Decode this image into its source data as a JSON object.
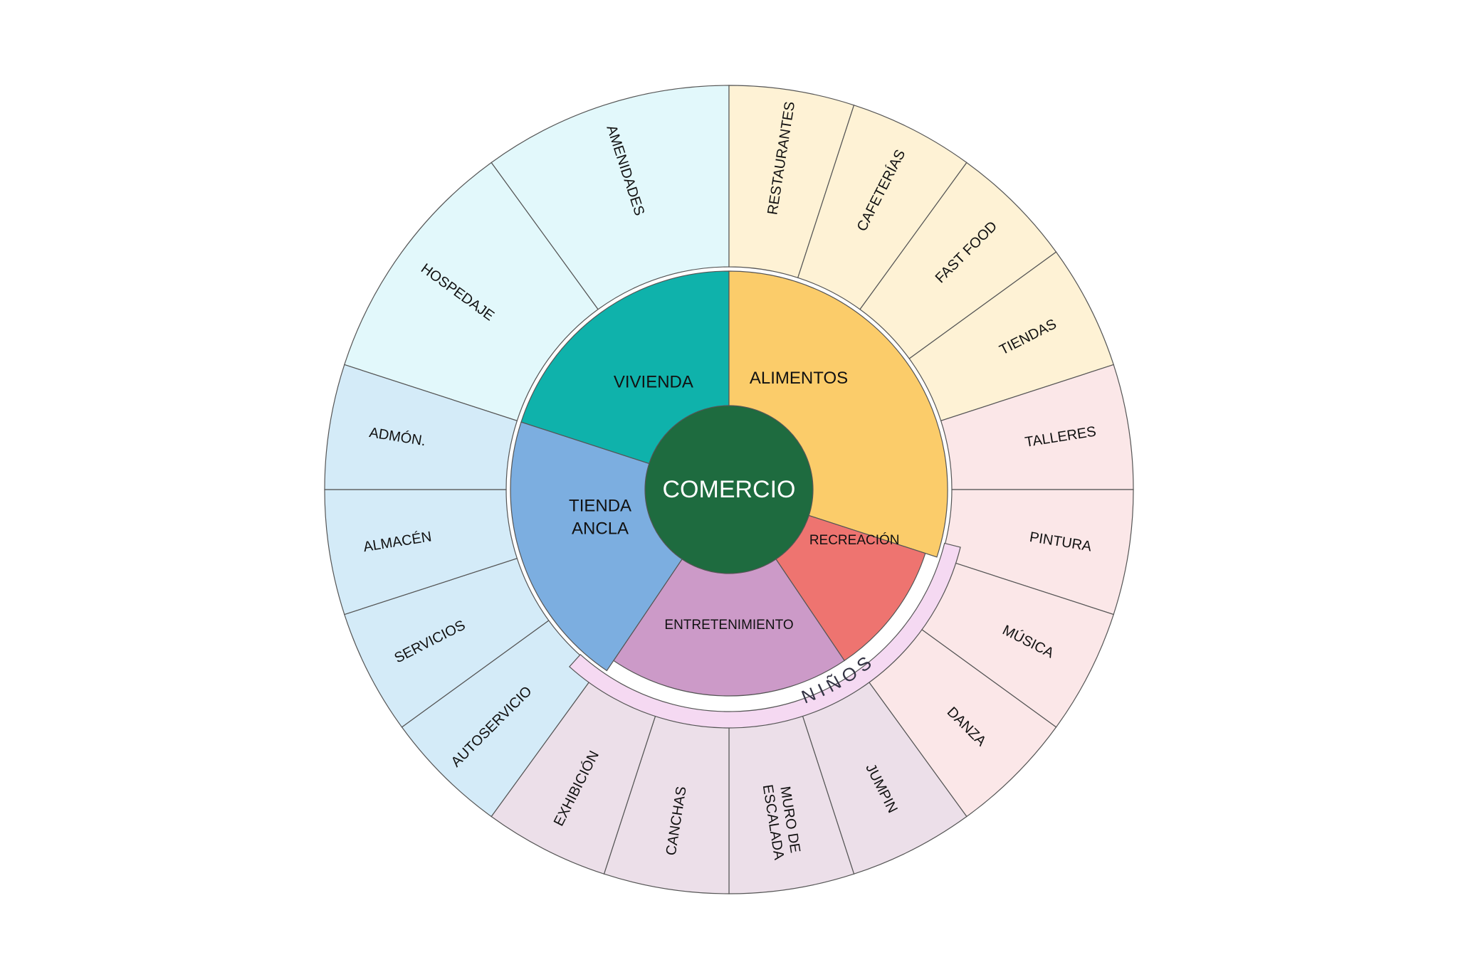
{
  "colors": {
    "background": "#ffffff",
    "center": "#1e6b3f",
    "vivienda": "#0fb2ab",
    "alimentos": "#fbcc6a",
    "recreacion": "#ee7470",
    "entretenimiento": "#cc9ac8",
    "tienda_ancla": "#7caee0",
    "ninos_band": "#f5d9f2",
    "outer_vivienda": "#e2f8fb",
    "outer_alimentos": "#fef2d5",
    "outer_recreacion": "#fbe7e8",
    "outer_entretenimiento": "#ecdfe9",
    "outer_tienda_ancla": "#d4ebf8"
  },
  "center": {
    "label": "COMERCIO"
  },
  "inner_ring": [
    {
      "id": "vivienda",
      "label_lines": [
        "VIVIENDA"
      ]
    },
    {
      "id": "alimentos",
      "label_lines": [
        "ALIMENTOS"
      ]
    },
    {
      "id": "recreacion",
      "label_lines": [
        "RECREACIÓN"
      ]
    },
    {
      "id": "entretenimiento",
      "label_lines": [
        "ENTRETENIMIENTO"
      ]
    },
    {
      "id": "tienda_ancla",
      "label_lines": [
        "TIENDA",
        "ANCLA"
      ]
    }
  ],
  "ninos_band": {
    "label": "NIÑOS"
  },
  "outer_ring": [
    {
      "group": "vivienda",
      "label_lines": [
        "AMENIDADES"
      ]
    },
    {
      "group": "vivienda",
      "label_lines": [
        "HOSPEDAJE"
      ]
    },
    {
      "group": "alimentos",
      "label_lines": [
        "RESTAURANTES"
      ]
    },
    {
      "group": "alimentos",
      "label_lines": [
        "CAFETERÍAS"
      ]
    },
    {
      "group": "alimentos",
      "label_lines": [
        "FAST FOOD"
      ]
    },
    {
      "group": "alimentos",
      "label_lines": [
        "TIENDAS"
      ]
    },
    {
      "group": "recreacion",
      "label_lines": [
        "TALLERES"
      ]
    },
    {
      "group": "recreacion",
      "label_lines": [
        "PINTURA"
      ]
    },
    {
      "group": "recreacion",
      "label_lines": [
        "MÚSICA"
      ]
    },
    {
      "group": "recreacion",
      "label_lines": [
        "DANZA"
      ]
    },
    {
      "group": "entretenimiento",
      "label_lines": [
        "JUMPIN"
      ]
    },
    {
      "group": "entretenimiento",
      "label_lines": [
        "MURO DE",
        "ESCALADA"
      ]
    },
    {
      "group": "entretenimiento",
      "label_lines": [
        "CANCHAS"
      ]
    },
    {
      "group": "entretenimiento",
      "label_lines": [
        "EXHIBICIÓN"
      ]
    },
    {
      "group": "tienda_ancla",
      "label_lines": [
        "AUTOSERVICIO"
      ]
    },
    {
      "group": "tienda_ancla",
      "label_lines": [
        "SERVICIOS"
      ]
    },
    {
      "group": "tienda_ancla",
      "label_lines": [
        "ALMACÉN"
      ]
    },
    {
      "group": "tienda_ancla",
      "label_lines": [
        "ADMÓN."
      ]
    }
  ]
}
